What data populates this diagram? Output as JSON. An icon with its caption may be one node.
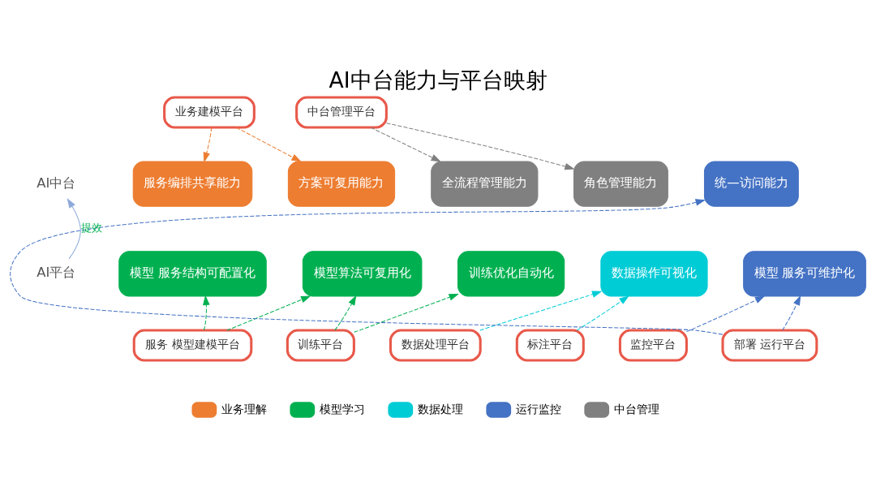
{
  "diagram": {
    "title": "AI中台能力与平台映射",
    "nodes": [
      {
        "text": [
          "业务建模平台"
        ]
      },
      {
        "text": [
          "中台管理平台"
        ]
      },
      {
        "text": [
          "服务编排共享能力"
        ]
      },
      {
        "text": [
          "方案可复用能力"
        ]
      },
      {
        "text": [
          "全流程管理能力"
        ]
      },
      {
        "text": [
          "角色管理能力"
        ]
      },
      {
        "text": [
          "统—访问能力"
        ]
      },
      {
        "text": [
          "模型 服务结构可配置化"
        ]
      },
      {
        "text": [
          "模型算法可复用化"
        ]
      },
      {
        "text": [
          "训练优化自动化"
        ]
      },
      {
        "text": [
          "数据操作可视化"
        ]
      },
      {
        "text": [
          "模型 服务可维护化"
        ]
      },
      {
        "text": [
          "服务 模型建模平台"
        ]
      },
      {
        "text": [
          "训练平台"
        ]
      },
      {
        "text": [
          "数据处理平台"
        ]
      },
      {
        "text": [
          "标注平台"
        ]
      },
      {
        "text": [
          "监控平台"
        ]
      },
      {
        "text": [
          "部署 运行平台"
        ]
      },
      {
        "text": [
          "AI中台"
        ]
      },
      {
        "text": [
          "AI平台"
        ]
      }
    ],
    "edges": [
      {
        "from": 0,
        "to": 2,
        "arrow": "to",
        "style": "dashed",
        "color": "#ed7d31"
      },
      {
        "from": 0,
        "to": 3,
        "arrow": "to",
        "style": "dashed",
        "color": "#ed7d31"
      },
      {
        "from": 1,
        "to": 4,
        "arrow": "to",
        "style": "dashed",
        "color": "#808080"
      },
      {
        "from": 1,
        "to": 5,
        "arrow": "to",
        "style": "dashed",
        "color": "#808080"
      },
      {
        "from": 12,
        "to": 7,
        "arrow": "to",
        "style": "dashed",
        "color": "#00b050"
      },
      {
        "from": 12,
        "to": 8,
        "arrow": "to",
        "style": "dashed",
        "color": "#00b050"
      },
      {
        "from": 13,
        "to": 8,
        "arrow": "to",
        "style": "dashed",
        "color": "#00b050"
      },
      {
        "from": 13,
        "to": 9,
        "arrow": "to",
        "style": "dashed",
        "color": "#00b050"
      },
      {
        "from": 14,
        "to": 10,
        "arrow": "to",
        "style": "dashed",
        "color": "#00ccd6"
      },
      {
        "from": 15,
        "to": 10,
        "arrow": "to",
        "style": "dashed",
        "color": "#00ccd6"
      },
      {
        "from": 16,
        "to": 11,
        "arrow": "to",
        "style": "dashed",
        "color": "#4472c4"
      },
      {
        "from": 17,
        "to": 11,
        "arrow": "to",
        "style": "dashed",
        "color": "#4472c4"
      },
      {
        "from": 17,
        "to": 6,
        "arrow": "to",
        "style": "dashed",
        "color": "#4472c4"
      },
      {
        "from": 19,
        "to": 18,
        "arrow": "to",
        "label": "提效",
        "color": "#8eaadb"
      }
    ],
    "legend": [
      {
        "text": "业务理解",
        "color": "#ed7d31"
      },
      {
        "text": "模型学习",
        "color": "#00b050"
      },
      {
        "text": "数据处理",
        "color": "#00ccd6"
      },
      {
        "text": "运行监控",
        "color": "#4472c4"
      },
      {
        "text": "中台管理",
        "color": "#808080"
      }
    ]
  }
}
